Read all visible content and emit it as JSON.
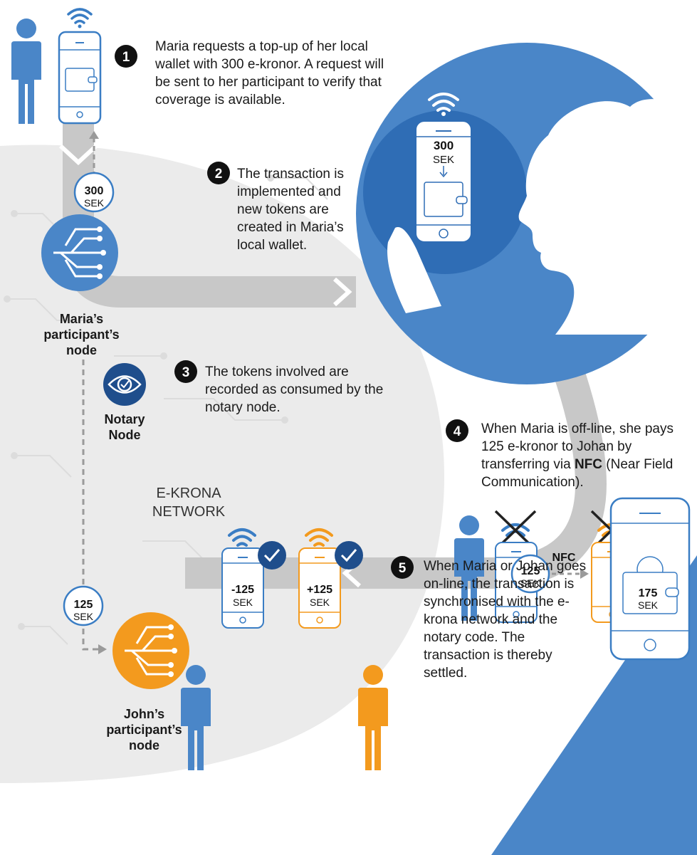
{
  "steps": [
    {
      "num": "1",
      "text": "Maria requests a top-up of her local wallet with 300 e-kronor. A request will be sent to her participant to verify that coverage is available."
    },
    {
      "num": "2",
      "text": "The transaction is implemented and new tokens are created in Maria’s local wallet."
    },
    {
      "num": "3",
      "text": "The tokens involved are recorded as consumed by the notary node."
    },
    {
      "num": "4",
      "text_before": "When Maria is off-line, she pays 125 e-kronor to Johan by transferring via ",
      "text_bold": "NFC",
      "text_after": " (Near Field Communication)."
    },
    {
      "num": "5",
      "text": "When Maria or Johan goes on-line, the transaction is synchronised with the e-krona network and the notary code. The transaction is thereby settled."
    }
  ],
  "nodes": {
    "maria": "Maria’s participant’s node",
    "notary": "Notary Node",
    "john": "John’s participant’s node"
  },
  "network_label": "E-KRONA NETWORK",
  "badges": {
    "badge_300_amount": "300",
    "badge_300_unit": "SEK",
    "badge_125_amount": "125",
    "badge_125_unit": "SEK",
    "nfc_amount": "125",
    "nfc_unit": "SEK",
    "nfc_label": "NFC"
  },
  "phones": {
    "maria_big_amount": "300",
    "maria_big_unit": "SEK",
    "maria_after_amount": "-125",
    "maria_after_unit": "SEK",
    "johan_after_amount": "+125",
    "johan_after_unit": "SEK",
    "johan_wallet_amount": "175",
    "johan_wallet_unit": "SEK"
  },
  "colors": {
    "blue": "#4A86C8",
    "dark_blue": "#1B5FA8",
    "navy": "#1F4E8C",
    "orange": "#F39A1E",
    "grey_network": "#EBEBEB",
    "grey_path": "#C8C8C8"
  }
}
